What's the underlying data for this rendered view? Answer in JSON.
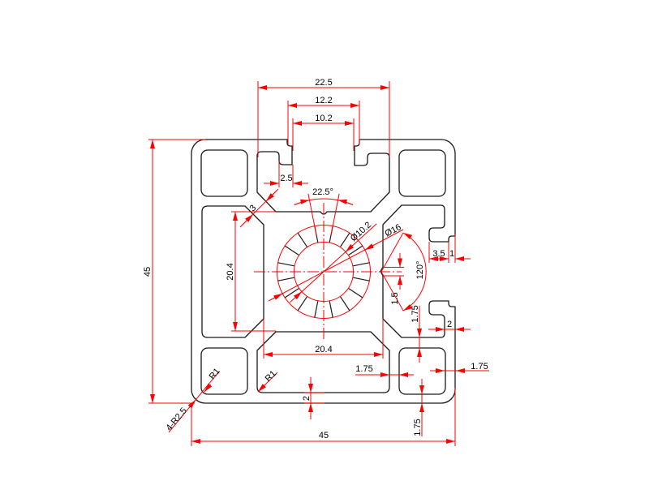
{
  "drawing": {
    "dimensions": {
      "slot_span": "22.5",
      "slot_mouth": "12.2",
      "slot_neck": "10.2",
      "lip_width": "2.5",
      "web_thickness": "3",
      "rib_angle": "22.5°",
      "bore_diameter": "Ø10.2",
      "hub_diameter": "Ø16",
      "groove_angle": "120°",
      "groove_width": "1.5",
      "lip_length": "3.5",
      "nib_depth": "1",
      "side_wall": "2",
      "cavity_wall": "1.75",
      "core_height": "20.4",
      "core_width": "20.4",
      "overall_height": "45",
      "overall_width": "45",
      "void_wall": "1.75",
      "square_side_wall": "1.75",
      "square_bottom_wall": "1.75",
      "bottom_wall": "2",
      "square_radius": "R1",
      "void_radius": "R1",
      "corner_radius": "4-R2.5"
    },
    "colors": {
      "outline": "#1a1a1a",
      "dimension": "#ff0000",
      "label": "#000000",
      "background": "#ffffff"
    }
  }
}
